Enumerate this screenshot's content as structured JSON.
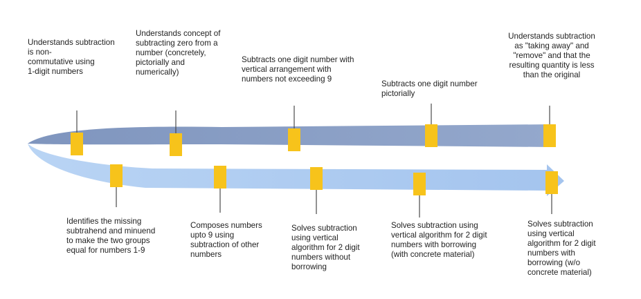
{
  "colors": {
    "upper_band": "#8aa0c6",
    "upper_band_edge": "#7387b0",
    "lower_band": "#a8c8f0",
    "lower_band_edge": "#94b6e8",
    "marker": "#f7c31b",
    "leader": "#4a4a4a",
    "text": "#222222"
  },
  "milestones": {
    "top": [
      {
        "text": "Understands subtraction\nis non-\ncommutative  using\n1-digit numbers"
      },
      {
        "text": "Understands concept of\nsubtracting zero from a\nnumber (concretely,\npictorially and\nnumerically)"
      },
      {
        "text": "Subtracts one digit number with\nvertical arrangement with\nnumbers not exceeding 9"
      },
      {
        "text": "Subtracts one digit number\npictorially"
      },
      {
        "text": "Understands subtraction\nas \"taking away\" and\n\"remove\" and that the\nresulting quantity is less\nthan the original"
      }
    ],
    "bottom": [
      {
        "text": "Identifies the missing\nsubtrahend and minuend\nto make the two groups\nequal for numbers 1-9"
      },
      {
        "text": "Composes numbers\nupto 9 using\nsubtraction of other\nnumbers"
      },
      {
        "text": "Solves subtraction\nusing vertical\nalgorithm for 2 digit\nnumbers without\nborrowing"
      },
      {
        "text": "Solves subtraction using\nvertical algorithm for 2 digit\nnumbers with borrowing\n(with concrete material)"
      },
      {
        "text": "Solves subtraction\nusing vertical\nalgorithm for 2 digit\nnumbers with\nborrowing (w/o\nconcrete material)"
      }
    ]
  }
}
